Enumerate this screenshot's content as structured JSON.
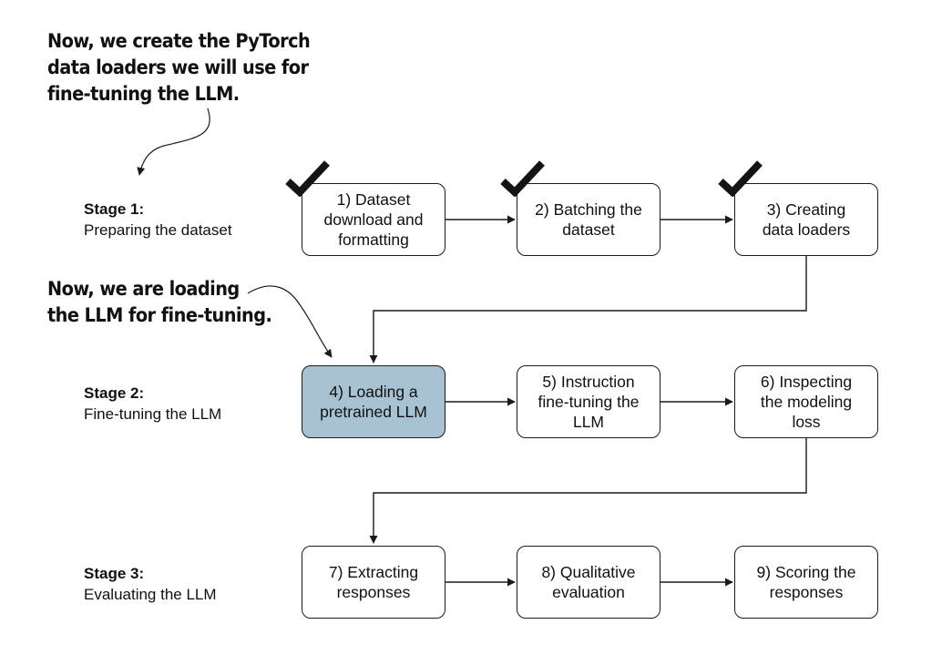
{
  "annotations": {
    "top": [
      "Now, we create the PyTorch",
      "data loaders we will use for",
      "fine-tuning the LLM."
    ],
    "middle": [
      "Now, we are loading",
      "the LLM for fine-tuning."
    ]
  },
  "stages": [
    {
      "title": "Stage 1:",
      "subtitle": "Preparing the dataset"
    },
    {
      "title": "Stage 2:",
      "subtitle": "Fine-tuning the LLM"
    },
    {
      "title": "Stage 3:",
      "subtitle": "Evaluating the LLM"
    }
  ],
  "steps": [
    {
      "label": "1) Dataset\ndownload and\nformatting",
      "completed": true
    },
    {
      "label": "2) Batching the\ndataset",
      "completed": true
    },
    {
      "label": "3) Creating\ndata loaders",
      "completed": true
    },
    {
      "label": "4) Loading a\npretrained LLM",
      "completed": false,
      "highlighted": true
    },
    {
      "label": "5) Instruction\nfine-tuning the\nLLM",
      "completed": false
    },
    {
      "label": "6) Inspecting\nthe modeling\nloss",
      "completed": false
    },
    {
      "label": "7) Extracting\nresponses",
      "completed": false
    },
    {
      "label": "8) Qualitative\nevaluation",
      "completed": false
    },
    {
      "label": "9) Scoring the\nresponses",
      "completed": false
    }
  ],
  "colors": {
    "highlight_fill": "#a9c2d3",
    "stroke": "#1a1a1a",
    "checkmark": "#141414"
  },
  "icons": {
    "checkmark": "checkmark-icon"
  }
}
